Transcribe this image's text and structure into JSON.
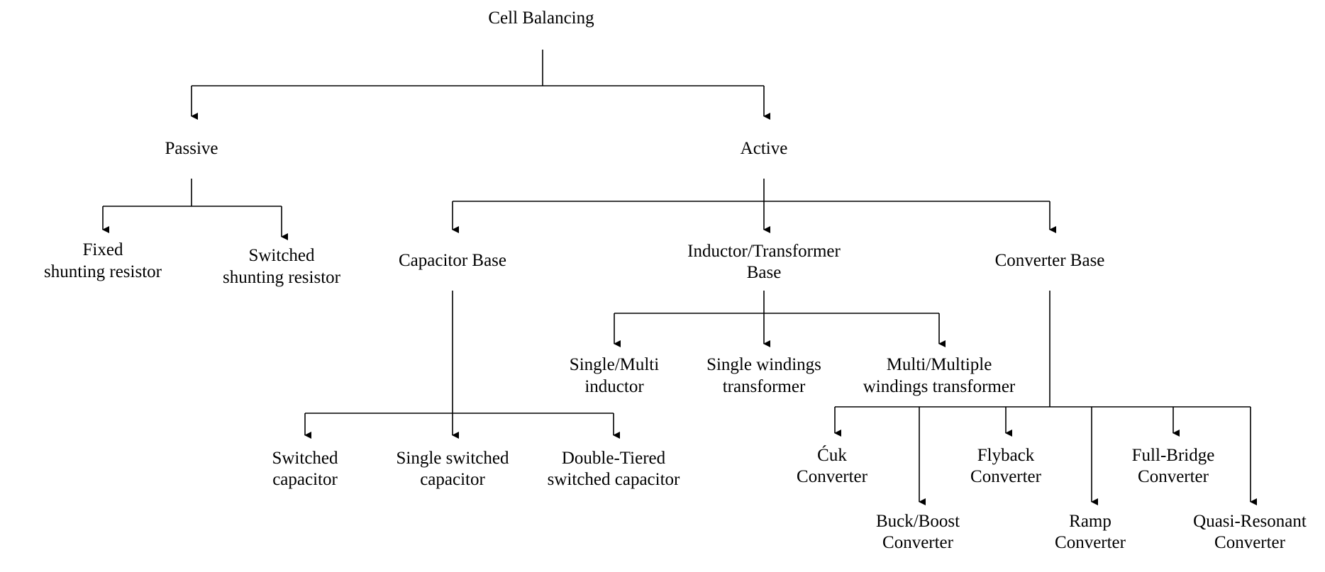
{
  "diagram": {
    "root": "Cell Balancing",
    "passive": {
      "label": "Passive",
      "children": [
        {
          "line1": "Fixed",
          "line2": "shunting resistor"
        },
        {
          "line1": "Switched",
          "line2": "shunting resistor"
        }
      ]
    },
    "active": {
      "label": "Active",
      "capacitor": {
        "label": "Capacitor Base",
        "children": [
          {
            "line1": "Switched",
            "line2": "capacitor"
          },
          {
            "line1": "Single switched",
            "line2": "capacitor"
          },
          {
            "line1": "Double-Tiered",
            "line2": "switched capacitor"
          }
        ]
      },
      "inductor": {
        "line1": "Inductor/Transformer",
        "line2": "Base",
        "children": [
          {
            "line1": "Single/Multi",
            "line2": "inductor"
          },
          {
            "line1": "Single windings",
            "line2": "transformer"
          },
          {
            "line1": "Multi/Multiple",
            "line2": "windings transformer"
          }
        ]
      },
      "converter": {
        "label": "Converter Base",
        "children": [
          {
            "line1": "Ćuk",
            "line2": "Converter"
          },
          {
            "line1": "Buck/Boost",
            "line2": "Converter"
          },
          {
            "line1": "Flyback",
            "line2": "Converter"
          },
          {
            "line1": "Ramp",
            "line2": "Converter"
          },
          {
            "line1": "Full-Bridge",
            "line2": "Converter"
          },
          {
            "line1": "Quasi-Resonant",
            "line2": "Converter"
          }
        ]
      }
    }
  }
}
